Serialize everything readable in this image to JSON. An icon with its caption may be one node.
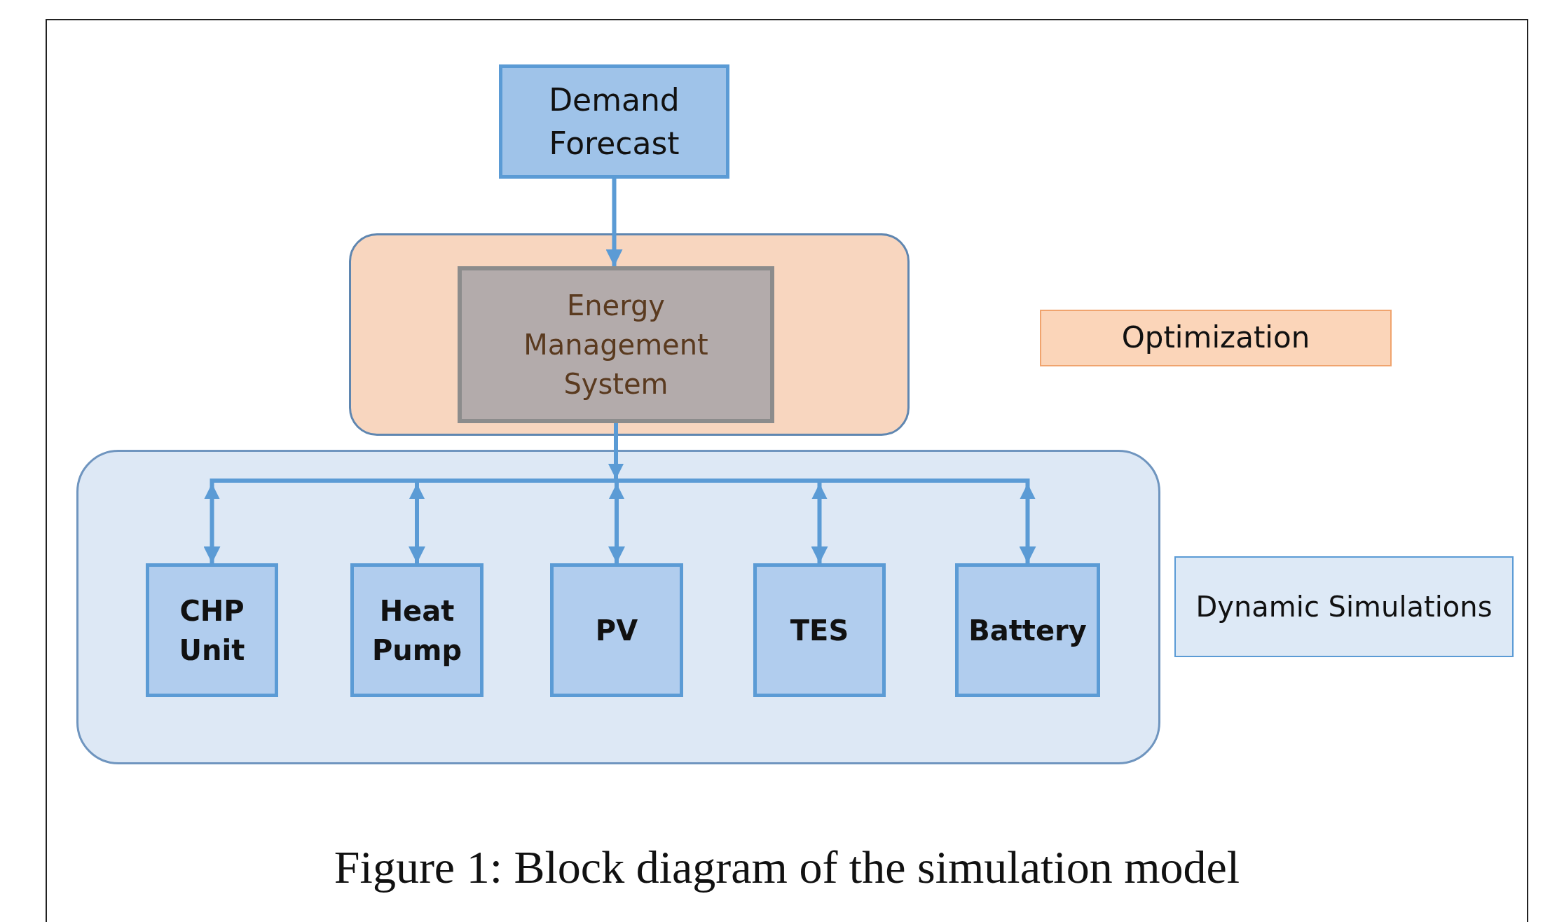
{
  "diagram": {
    "caption": "Figure 1: Block diagram of the simulation model",
    "nodes": [
      {
        "text": [
          "Demand Forecast"
        ]
      },
      {
        "text": [],
        "shape": "box"
      },
      {
        "text": [
          "Energy Management System"
        ],
        "in": 1
      },
      {
        "text": [],
        "shape": "box"
      },
      {
        "text": [
          "CHP Unit"
        ],
        "in": 3
      },
      {
        "text": [
          "Heat Pump"
        ],
        "in": 3
      },
      {
        "text": [
          "PV"
        ],
        "in": 3
      },
      {
        "text": [
          "TES"
        ],
        "in": 3
      },
      {
        "text": [
          "Battery"
        ],
        "in": 3
      },
      {
        "text": [
          "Optimization"
        ]
      },
      {
        "text": [
          "Dynamic Simulations"
        ]
      }
    ],
    "edges": [
      {
        "from": 0,
        "to": 2,
        "arrow": "to"
      },
      {
        "from": 2,
        "to": 4,
        "arrow": "to"
      },
      {
        "from": 2,
        "to": 5,
        "arrow": "to"
      },
      {
        "from": 2,
        "to": 6,
        "arrow": "to"
      },
      {
        "from": 2,
        "to": 7,
        "arrow": "to"
      },
      {
        "from": 2,
        "to": 8,
        "arrow": "to"
      }
    ]
  }
}
